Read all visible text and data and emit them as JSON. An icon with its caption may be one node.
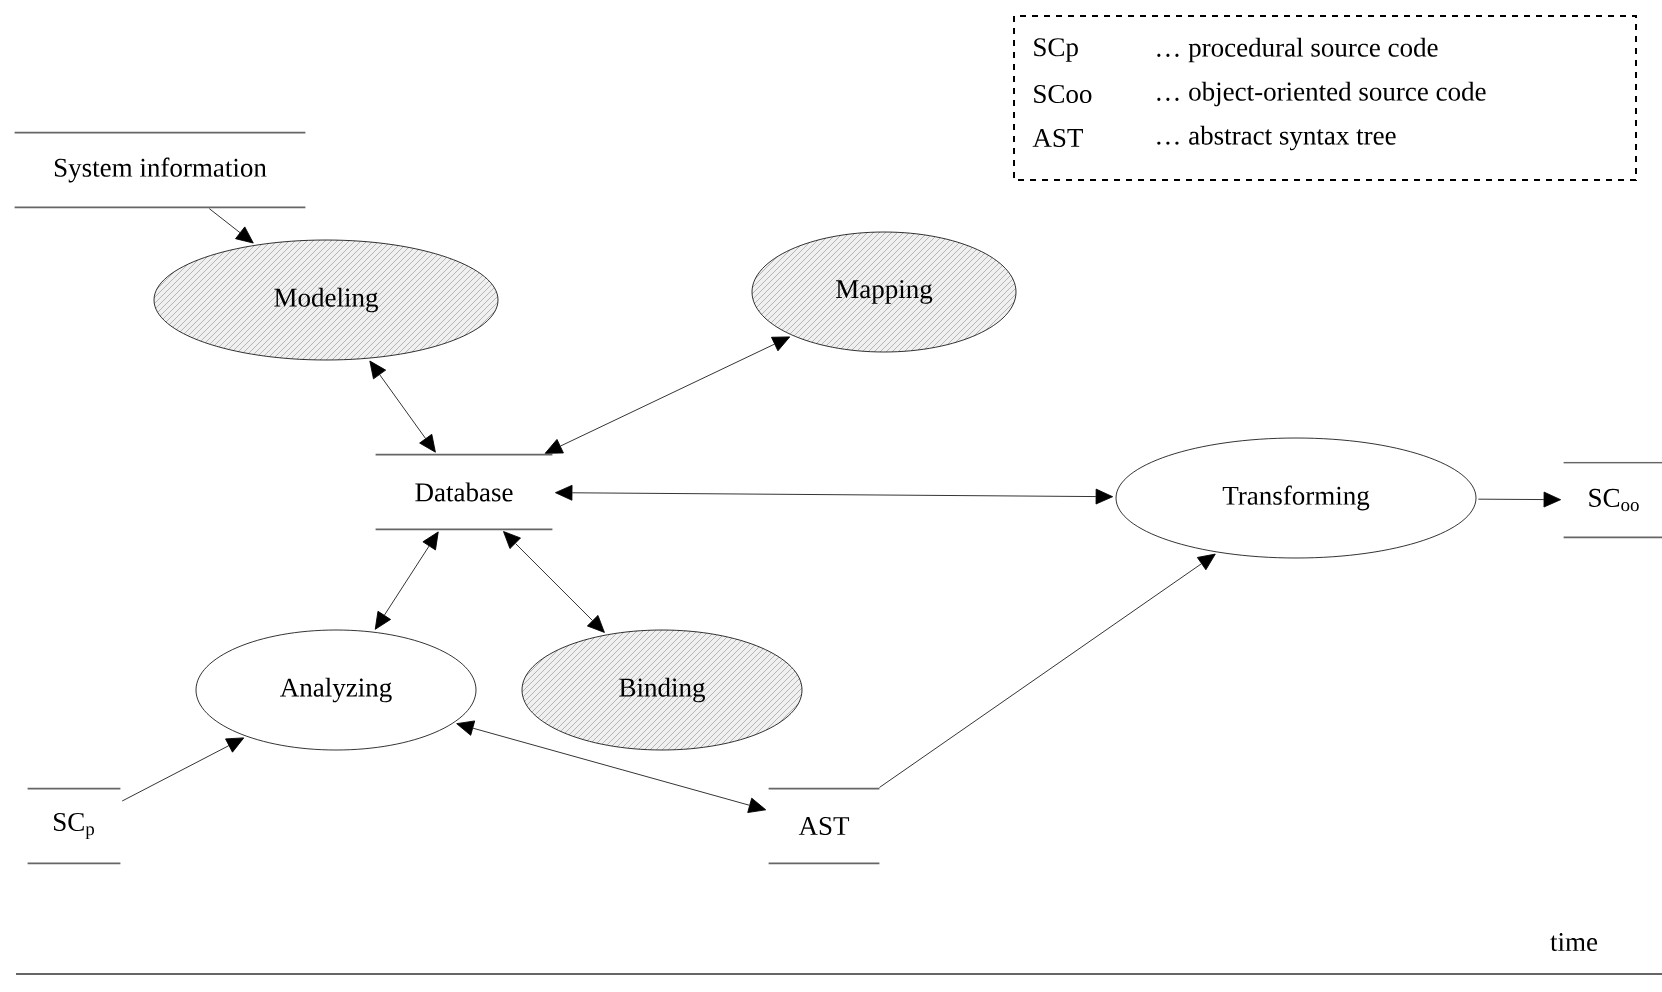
{
  "diagram": {
    "nodes": [
      {
        "text": [
          "System information"
        ]
      },
      {
        "text": [
          "Modeling"
        ]
      },
      {
        "text": [
          "Mapping"
        ]
      },
      {
        "text": [
          "Database"
        ]
      },
      {
        "text": [
          "Transforming"
        ]
      },
      {
        "text": [
          "SC$_{oo}$"
        ]
      },
      {
        "text": [
          "Analyzing"
        ]
      },
      {
        "text": [
          "Binding"
        ]
      },
      {
        "text": [
          "SC$_{p}$"
        ]
      },
      {
        "text": [
          "AST"
        ]
      }
    ],
    "edges": [
      {
        "from": 0,
        "to": 1,
        "arrow": "to"
      },
      {
        "from": 1,
        "to": 3,
        "arrow": "both"
      },
      {
        "from": 2,
        "to": 3,
        "arrow": "both"
      },
      {
        "from": 3,
        "to": 4,
        "arrow": "both"
      },
      {
        "from": 4,
        "to": 5,
        "arrow": "to"
      },
      {
        "from": 3,
        "to": 6,
        "arrow": "both"
      },
      {
        "from": 3,
        "to": 7,
        "arrow": "both"
      },
      {
        "from": 8,
        "to": 6,
        "arrow": "to"
      },
      {
        "from": 6,
        "to": 9,
        "arrow": "both"
      },
      {
        "from": 9,
        "to": 4,
        "arrow": "to"
      }
    ],
    "labels": [
      "SCp",
      "… procedural source code",
      "SCoo",
      "… object-oriented source code",
      "AST",
      "… abstract syntax tree",
      "time"
    ]
  }
}
